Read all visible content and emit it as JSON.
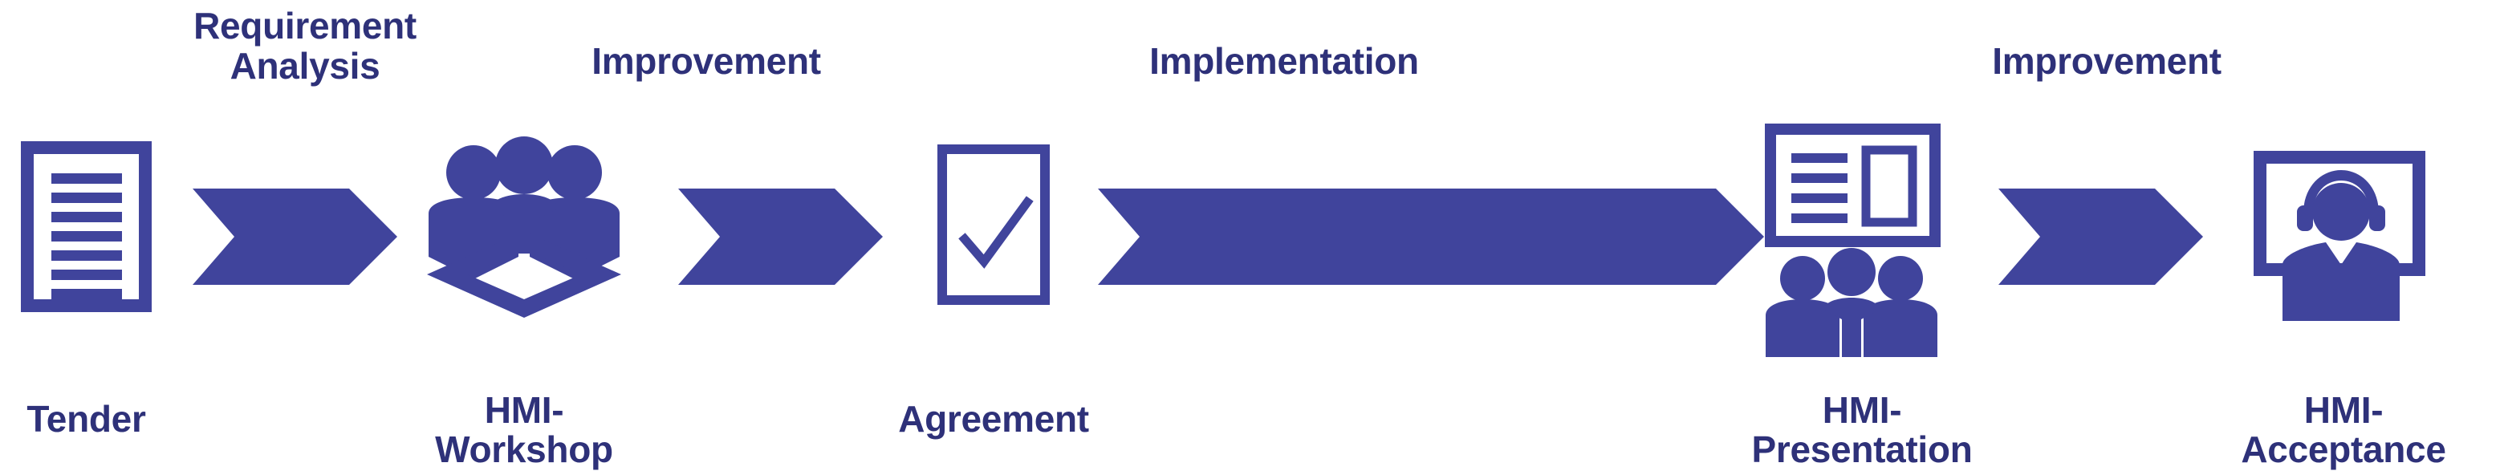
{
  "diagram": {
    "title": "HMI project process flow",
    "type": "linear-process-flow",
    "accent_color": "#40449C",
    "text_color": "#2E3179",
    "background_color": "#FFFFFF"
  },
  "stages": [
    {
      "id": "tender",
      "label": "Tender",
      "icon": "document-lines-icon"
    },
    {
      "id": "hmi-workshop",
      "label": "HMI-\nWorkshop",
      "icon": "people-around-table-icon"
    },
    {
      "id": "agreement",
      "label": "Agreement",
      "icon": "checkbox-check-icon"
    },
    {
      "id": "hmi-presentation",
      "label": "HMI-\nPresentation",
      "icon": "presentation-board-people-icon"
    },
    {
      "id": "hmi-acceptance",
      "label": "HMI-\nAcceptance",
      "icon": "monitor-headset-person-icon"
    }
  ],
  "transitions": [
    {
      "id": "t1",
      "label": "Requirement\nAnalysis",
      "from": "tender",
      "to": "hmi-workshop",
      "icon": "chevron-arrow-icon"
    },
    {
      "id": "t2",
      "label": "Improvement",
      "from": "hmi-workshop",
      "to": "agreement",
      "icon": "chevron-arrow-icon"
    },
    {
      "id": "t3",
      "label": "Implementation",
      "from": "agreement",
      "to": "hmi-presentation",
      "icon": "long-chevron-arrow-icon"
    },
    {
      "id": "t4",
      "label": "Improvement",
      "from": "hmi-presentation",
      "to": "hmi-acceptance",
      "icon": "chevron-arrow-icon"
    }
  ]
}
